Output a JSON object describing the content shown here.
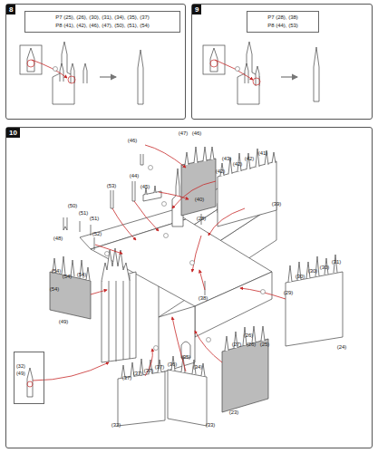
{
  "diagram": {
    "nodes": [
      {
        "text": [
          "8"
        ]
      },
      {
        "text": [
          "P7 (25), (26), (30), (31), (34), (35), (37)",
          "P8 (41), (42), (46), (47), (50), (51), (54)"
        ],
        "in": 0
      },
      {
        "text": [
          "9"
        ]
      },
      {
        "text": [
          "P7 (28), (38)",
          "P8 (44), (53)"
        ],
        "in": 2
      },
      {
        "text": [
          "10"
        ]
      },
      {
        "text": [
          "(32)",
          "(49)"
        ],
        "in": 4
      }
    ],
    "labels": [
      "(46)",
      "(47)",
      "(46)",
      "(45)",
      "(43)",
      "(42)",
      "(42)",
      "(41)",
      "(42)",
      "(40)",
      "(39)",
      "(44)",
      "(53)",
      "(28)",
      "(50)",
      "(51)",
      "(51)",
      "(48)",
      "(52)",
      "(54)",
      "(54)",
      "(54)",
      "(54)",
      "(49)",
      "(38)",
      "(31)",
      "(30)",
      "(30)",
      "(30)",
      "(29)",
      "(24)",
      "(26)",
      "(27)",
      "(26)",
      "(25)",
      "(23)",
      "(35)",
      "(36)",
      "(34)",
      "(37)",
      "(37)",
      "(37)",
      "(37)",
      "(32)",
      "(33)"
    ]
  }
}
